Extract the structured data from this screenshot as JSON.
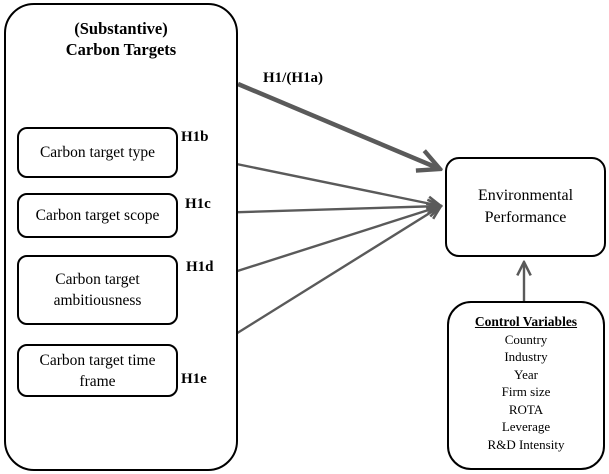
{
  "outer_box": {
    "title_line1": "(Substantive)",
    "title_line2": "Carbon Targets"
  },
  "sub_boxes": [
    {
      "line1": "Carbon target type",
      "line2": ""
    },
    {
      "line1": "Carbon target scope",
      "line2": ""
    },
    {
      "line1": "Carbon target",
      "line2": "ambitiousness"
    },
    {
      "line1": "Carbon target time",
      "line2": "frame"
    }
  ],
  "outcome": {
    "line1": "Environmental",
    "line2": "Performance"
  },
  "controls": {
    "title": "Control Variables",
    "items": [
      "Country",
      "Industry",
      "Year",
      "Firm size",
      "ROTA",
      "Leverage",
      "R&D Intensity"
    ]
  },
  "hypotheses": {
    "h1": "H1/(H1a)",
    "h1b": "H1b",
    "h1c": "H1c",
    "h1d": "H1d",
    "h1e": "H1e"
  },
  "colors": {
    "line": "#5a5a5a",
    "border": "#000000"
  }
}
